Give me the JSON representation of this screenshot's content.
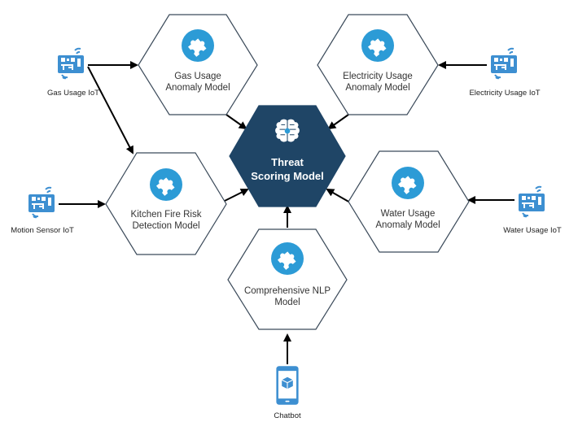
{
  "center_model": {
    "line1": "Threat",
    "line2": "Scoring Model",
    "icon": "brain-chip-icon"
  },
  "models": {
    "gas": {
      "line1": "Gas Usage",
      "line2": "Anomaly Model",
      "icon": "puzzle-icon"
    },
    "electricity": {
      "line1": "Electricity Usage",
      "line2": "Anomaly Model",
      "icon": "puzzle-icon"
    },
    "kitchen": {
      "line1": "Kitchen Fire Risk",
      "line2": "Detection Model",
      "icon": "puzzle-icon"
    },
    "water": {
      "line1": "Water Usage",
      "line2": "Anomaly Model",
      "icon": "puzzle-icon"
    },
    "nlp": {
      "line1": "Comprehensive NLP",
      "line2": "Model",
      "icon": "puzzle-icon"
    }
  },
  "devices": {
    "gas_iot": {
      "label": "Gas Usage IoT",
      "icon": "iot-sensor-icon"
    },
    "electricity_iot": {
      "label": "Electricity Usage IoT",
      "icon": "iot-sensor-icon"
    },
    "motion_iot": {
      "label": "Motion Sensor IoT",
      "icon": "iot-sensor-icon"
    },
    "water_iot": {
      "label": "Water Usage IoT",
      "icon": "iot-sensor-icon"
    },
    "chatbot": {
      "label": "Chatbot",
      "icon": "mobile-app-icon"
    }
  },
  "colors": {
    "center_fill": "#1f4566",
    "puzzle_fill": "#2c9bd6",
    "iot_fill": "#3d8fd1",
    "edge": "#000000"
  }
}
